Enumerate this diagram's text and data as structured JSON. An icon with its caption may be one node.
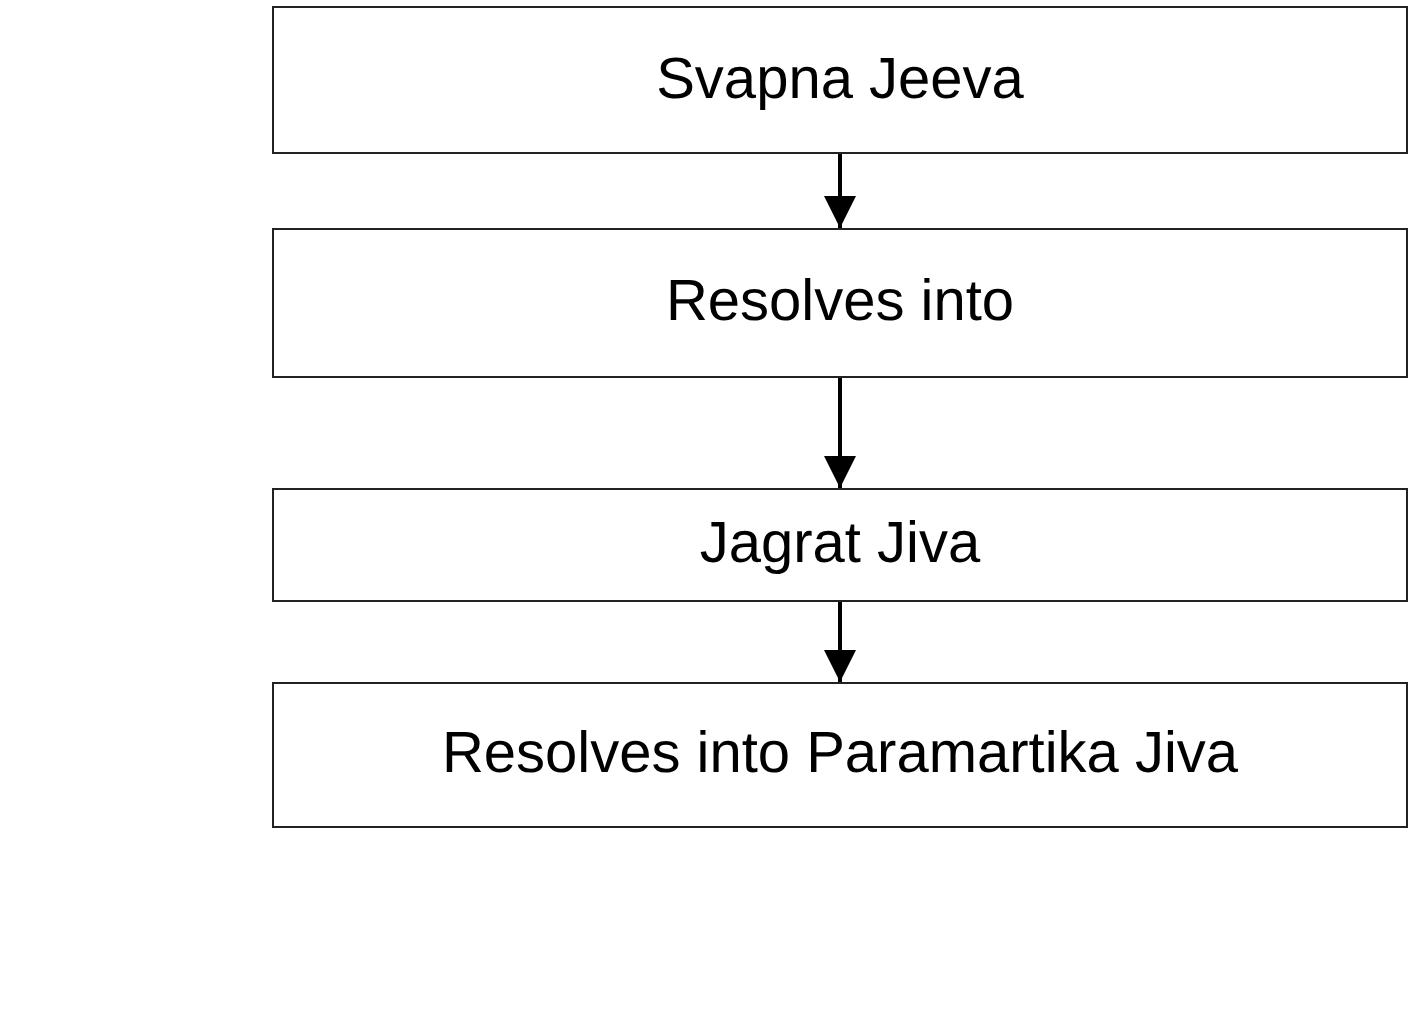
{
  "diagram": {
    "nodes": [
      {
        "text": [
          "Svapna Jeeva"
        ]
      },
      {
        "text": [
          "Resolves into"
        ]
      },
      {
        "text": [
          "Jagrat Jiva"
        ]
      },
      {
        "text": [
          "Resolves into Paramartika Jiva"
        ]
      }
    ],
    "edges": [
      {
        "from": 0,
        "to": 1,
        "arrow": "to"
      },
      {
        "from": 1,
        "to": 2,
        "arrow": "to"
      },
      {
        "from": 2,
        "to": 3,
        "arrow": "to"
      }
    ]
  }
}
